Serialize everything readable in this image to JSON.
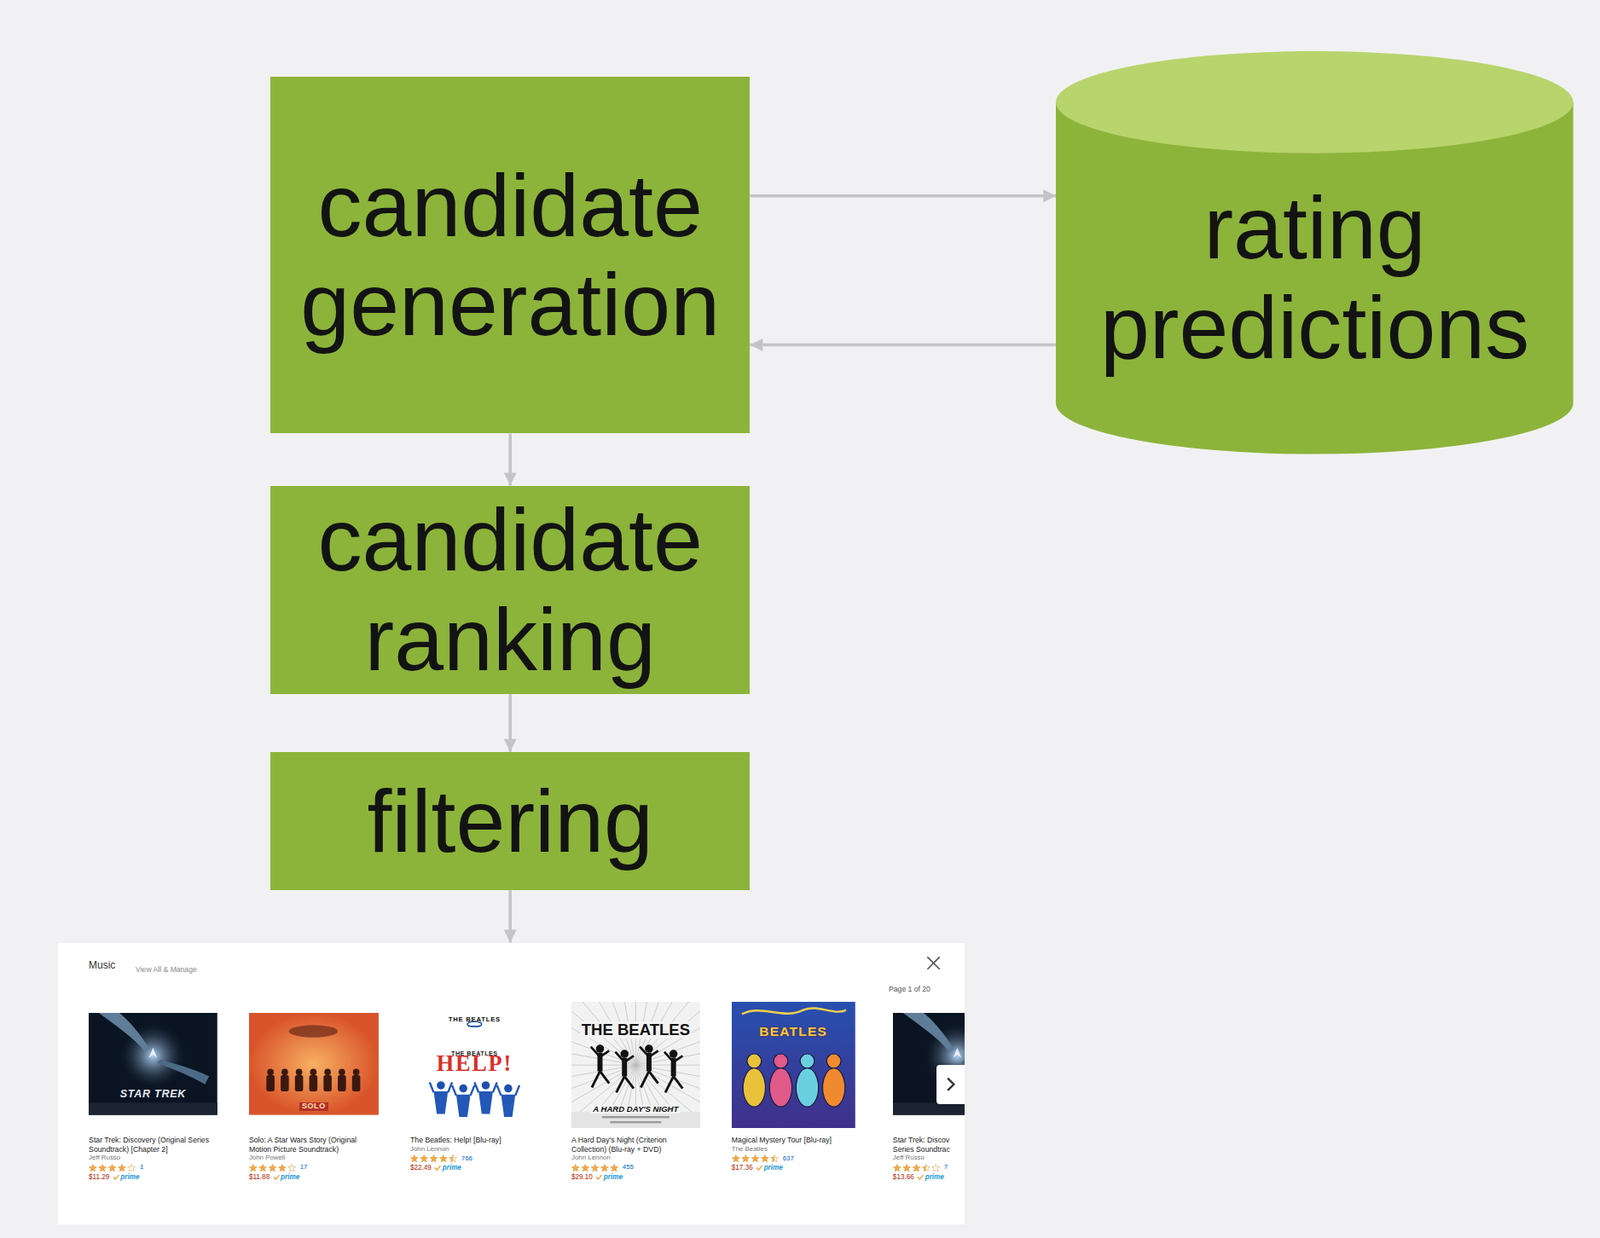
{
  "diagram": {
    "nodes": [
      {
        "text": [
          "candidate generation"
        ]
      },
      {
        "text": [
          "rating predictions"
        ]
      },
      {
        "text": [
          "candidate ranking"
        ]
      },
      {
        "text": [
          "filtering"
        ]
      },
      {
        "text": [
          "Music",
          "View All & Manage",
          "Page 1 of 20"
        ]
      }
    ],
    "edges": [
      {
        "from": 0,
        "to": 1,
        "arrow": "to"
      },
      {
        "from": 1,
        "to": 0,
        "arrow": "to"
      },
      {
        "from": 0,
        "to": 2,
        "arrow": "to"
      },
      {
        "from": 2,
        "to": 3,
        "arrow": "to"
      },
      {
        "from": 3,
        "to": 4,
        "arrow": "to"
      }
    ],
    "labels": [
      "STAR TREK",
      "Star Trek: Discovery (Original Series Soundtrack) [Chapter 2]",
      "Jeff Russo",
      "1",
      "$11.29",
      "prime",
      "SOLO",
      "Solo: A Star Wars Story (Original Motion Picture Soundtrack)",
      "John Powell",
      "17",
      "$11.88",
      "prime",
      "THE BEATLES",
      "THE BEATLES",
      "HELP!",
      "The Beatles: Help! [Blu-ray]",
      "John Lennon",
      "766",
      "$22.49",
      "prime",
      "THE BEATLES",
      "A HARD DAY'S NIGHT",
      "A Hard Day's Night (Criterion Collection) (Blu-ray + DVD)",
      "John Lennon",
      "455",
      "$29.10",
      "prime",
      "BEATLES",
      "Magical Mystery Tour [Blu-ray]",
      "The Beatles",
      "637",
      "$17.36",
      "prime",
      "Star Trek: Discov",
      "Series Soundtrac",
      "Jeff Russo",
      "7",
      "$13.66",
      "prime"
    ]
  }
}
